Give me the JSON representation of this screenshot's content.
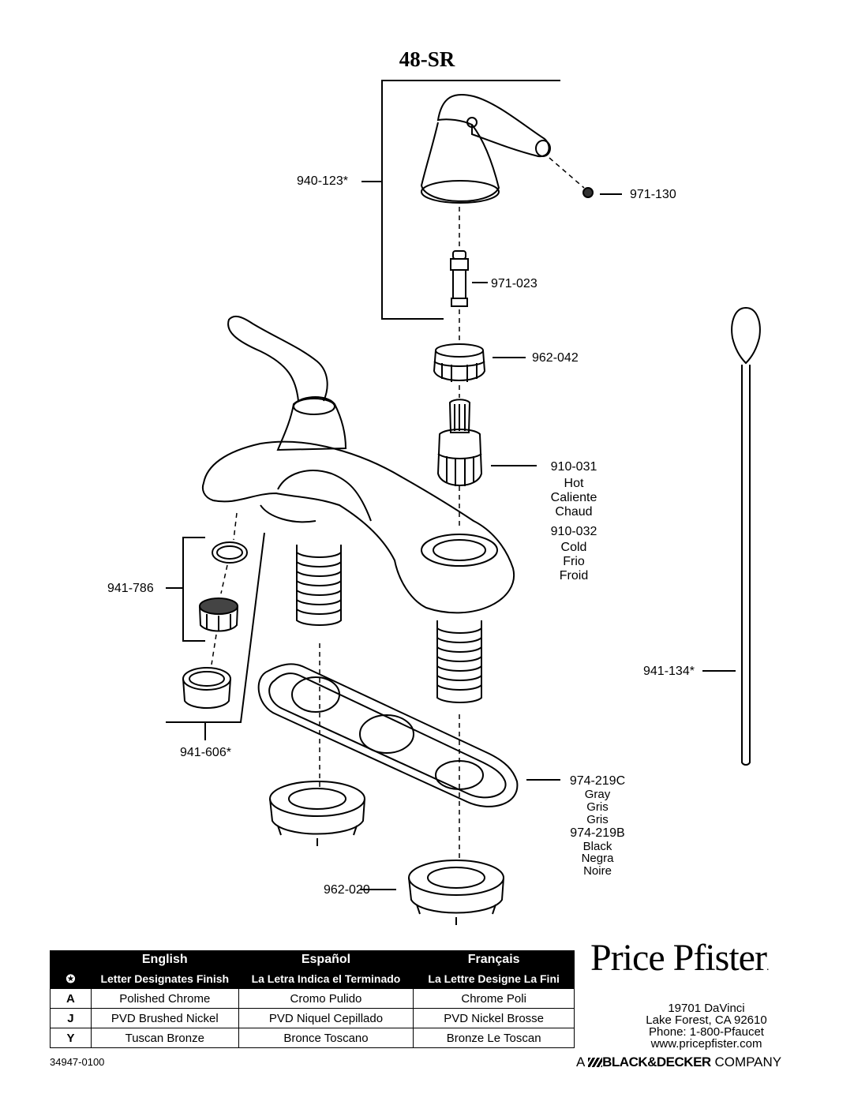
{
  "title": "48-SR",
  "parts": {
    "p940_123": "940-123*",
    "p971_130": "971-130",
    "p971_023": "971-023",
    "p962_042": "962-042",
    "p910_031": "910-031",
    "hot": [
      "Hot",
      "Caliente",
      "Chaud"
    ],
    "p910_032": "910-032",
    "cold": [
      "Cold",
      "Frio",
      "Froid"
    ],
    "p941_786": "941-786",
    "p941_134": "941-134*",
    "p941_606": "941-606*",
    "p974_219c": "974-219C",
    "gray": [
      "Gray",
      "Gris",
      "Gris"
    ],
    "p974_219b": "974-219B",
    "black": [
      "Black",
      "Negra",
      "Noire"
    ],
    "p962_020": "962-020"
  },
  "finish_table": {
    "marker": "✪",
    "languages": [
      "English",
      "Español",
      "Français"
    ],
    "subheaders": [
      "Letter Designates Finish",
      "La Letra Indica el Terminado",
      "La Lettre Designe La Fini"
    ],
    "rows": [
      {
        "code": "A",
        "en": "Polished Chrome",
        "es": "Cromo Pulido",
        "fr": "Chrome Poli"
      },
      {
        "code": "J",
        "en": "PVD Brushed Nickel",
        "es": "PVD Niquel Cepillado",
        "fr": "PVD Nickel Brosse"
      },
      {
        "code": "Y",
        "en": "Tuscan Bronze",
        "es": "Bronce Toscano",
        "fr": "Bronze Le Toscan"
      }
    ]
  },
  "brand": {
    "name": "Price Pfister",
    "trademark": ".",
    "address1": "19701 DaVinci",
    "address2": "Lake Forest, CA 92610",
    "phone": "Phone: 1-800-Pfaucet",
    "website": "www.pricepfister.com",
    "company_prefix": "A",
    "company_name": "BLACK&DECKER",
    "company_suffix": "COMPANY"
  },
  "doc_number": "34947-0100"
}
